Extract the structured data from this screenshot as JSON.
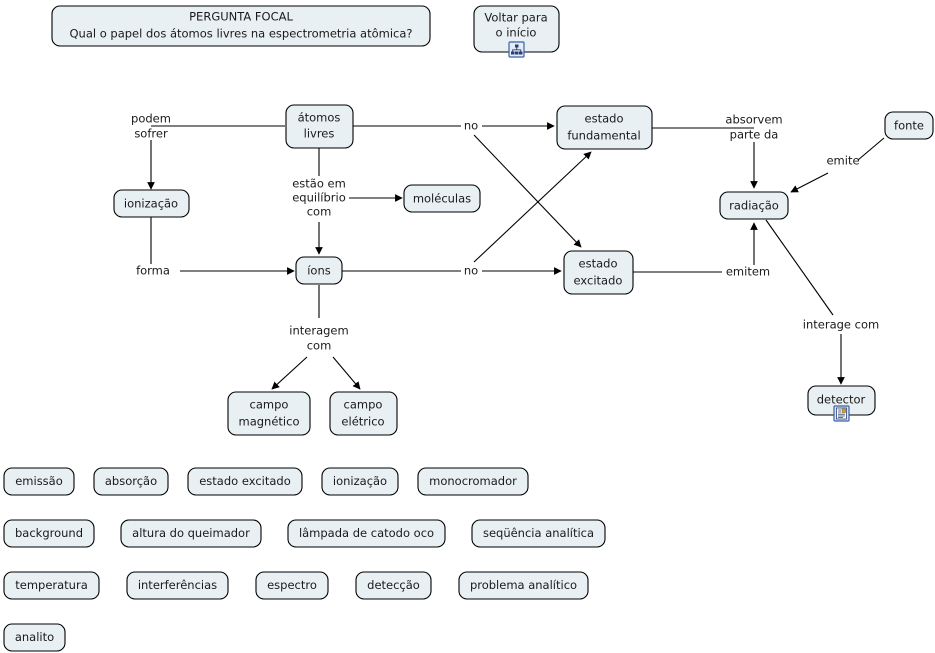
{
  "focus_question": {
    "title": "PERGUNTA FOCAL",
    "question": "Qual o papel dos átomos livres na espectrometria atômica?"
  },
  "home_button": {
    "line1": "Voltar para",
    "line2": "o início",
    "icon": "concept-map-icon"
  },
  "nodes": {
    "atomos_livres": {
      "line1": "átomos",
      "line2": "livres"
    },
    "ionizacao": {
      "line1": "ionização"
    },
    "moleculas": {
      "line1": "moléculas"
    },
    "ions": {
      "line1": "íons"
    },
    "estado_fundamental": {
      "line1": "estado",
      "line2": "fundamental"
    },
    "estado_excitado": {
      "line1": "estado",
      "line2": "excitado"
    },
    "radiacao": {
      "line1": "radiação"
    },
    "fonte": {
      "line1": "fonte"
    },
    "detector": {
      "line1": "detector",
      "icon": "resource-document-icon"
    },
    "campo_magnetico": {
      "line1": "campo",
      "line2": "magnético"
    },
    "campo_eletrico": {
      "line1": "campo",
      "line2": "elétrico"
    }
  },
  "links": {
    "podem_sofrer": {
      "line1": "podem",
      "line2": "sofrer"
    },
    "forma": {
      "line1": "forma"
    },
    "estao_em_equilibrio_com": {
      "line1": "estão em",
      "line2": "equilíbrio",
      "line3": "com"
    },
    "no_top": {
      "line1": "no"
    },
    "no_bottom": {
      "line1": "no"
    },
    "absorvem_parte_da": {
      "line1": "absorvem",
      "line2": "parte da"
    },
    "emitem": {
      "line1": "emitem"
    },
    "emite": {
      "line1": "emite"
    },
    "interage_com": {
      "line1": "interage com"
    },
    "interagem_com": {
      "line1": "interagem",
      "line2": "com"
    }
  },
  "unlinked_concepts": {
    "row1": [
      "emissão",
      "absorção",
      "estado excitado",
      "ionização",
      "monocromador"
    ],
    "row2": [
      "background",
      "altura do queimador",
      "lâmpada de catodo oco",
      "seqüência analítica"
    ],
    "row3": [
      "temperatura",
      "interferências",
      "espectro",
      "detecção",
      "problema analítico"
    ],
    "row4": [
      "analito"
    ]
  },
  "colors": {
    "node_fill": "#e9f0f3",
    "node_stroke": "#000000",
    "text": "#1a1a1a",
    "background": "#ffffff",
    "icon_blue": "#3b5fa8"
  }
}
